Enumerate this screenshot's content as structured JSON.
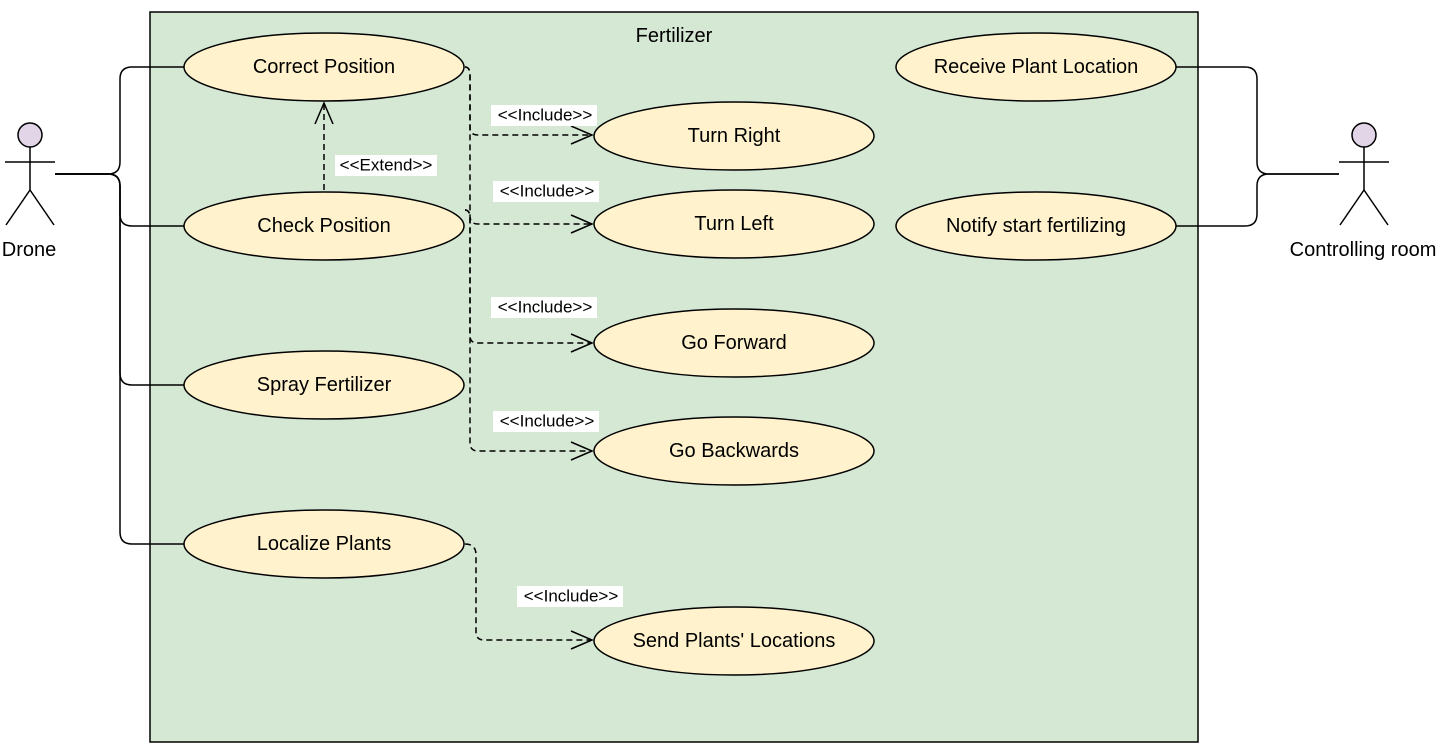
{
  "system": {
    "title": "Fertilizer",
    "fill": "#d5e8d4",
    "stroke": "#000000"
  },
  "actors": {
    "drone": {
      "label": "Drone",
      "head_fill": "#e1d5e7"
    },
    "controlling_room": {
      "label": "Controlling room",
      "head_fill": "#e1d5e7"
    }
  },
  "use_cases": {
    "correct_position": "Correct Position",
    "check_position": "Check Position",
    "spray_fertilizer": "Spray Fertilizer",
    "localize_plants": "Localize Plants",
    "turn_right": "Turn Right",
    "turn_left": "Turn Left",
    "go_forward": "Go Forward",
    "go_backwards": "Go Backwards",
    "send_plants_locations": "Send Plants' Locations",
    "receive_plant_location": "Receive Plant Location",
    "notify_start_fertilizing": "Notify start fertilizing"
  },
  "use_case_style": {
    "fill": "#fff2cc",
    "stroke": "#000000"
  },
  "relations": {
    "extend_label": "<<Extend>>",
    "include_turn_right": "<<Include>>",
    "include_turn_left": "<<Include>>",
    "include_go_forward": "<<Include>>",
    "include_go_backwards": "<<Include>>",
    "include_send_locations": "<<Include>>"
  }
}
